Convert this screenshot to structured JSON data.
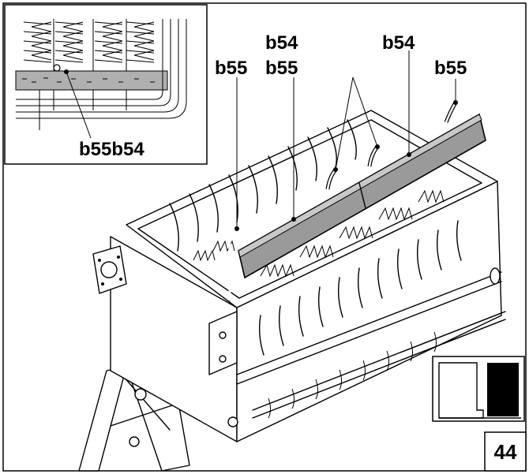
{
  "labels": {
    "top_b54_left": "b54",
    "top_b55_left_a": "b55",
    "top_b55_left_b": "b55",
    "top_b54_right": "b54",
    "top_b55_right": "b55",
    "inset_b55b54": "b55b54"
  },
  "page_number": "44",
  "colors": {
    "line": "#000000",
    "board_fill": "#9a9a9a",
    "strip_fill": "#b0b0b0",
    "background": "#ffffff"
  },
  "icons": {
    "book": "book-open-icon"
  }
}
